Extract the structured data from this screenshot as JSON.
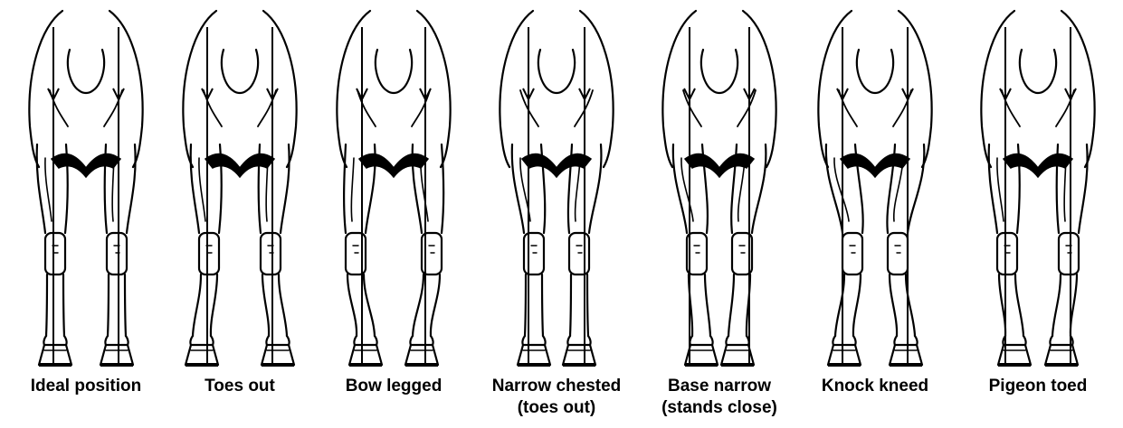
{
  "figures": [
    {
      "id": "ideal",
      "label": [
        "Ideal position"
      ],
      "posture": "ideal"
    },
    {
      "id": "toesout",
      "label": [
        "Toes out"
      ],
      "posture": "toes-out"
    },
    {
      "id": "bow",
      "label": [
        "Bow legged"
      ],
      "posture": "bow-legged"
    },
    {
      "id": "narrow",
      "label": [
        "Narrow chested",
        "(toes out)"
      ],
      "posture": "narrow-chested"
    },
    {
      "id": "base",
      "label": [
        "Base narrow",
        "(stands close)"
      ],
      "posture": "base-narrow"
    },
    {
      "id": "knock",
      "label": [
        "Knock kneed"
      ],
      "posture": "knock-kneed"
    },
    {
      "id": "pigeon",
      "label": [
        "Pigeon toed"
      ],
      "posture": "pigeon-toed"
    }
  ],
  "colors": {
    "ink": "#000000",
    "background": "#ffffff"
  }
}
